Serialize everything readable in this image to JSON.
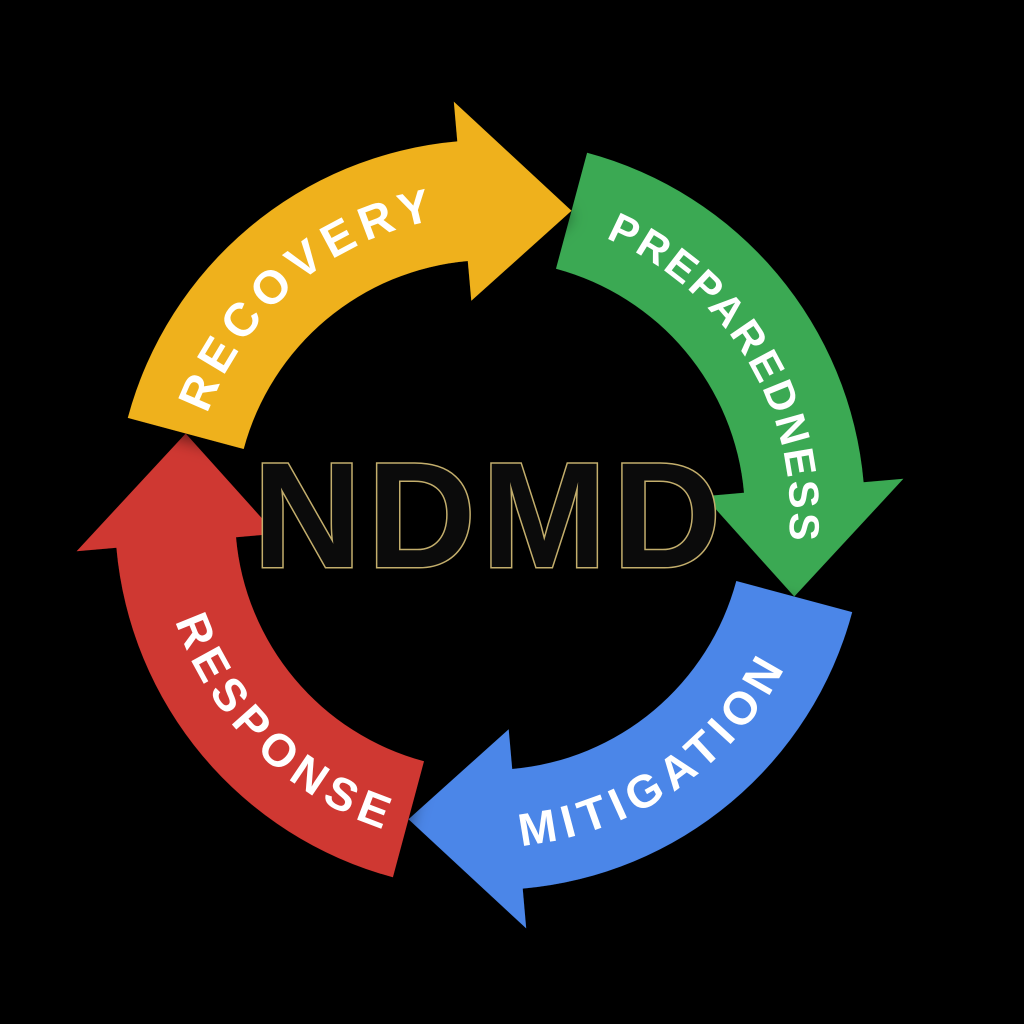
{
  "diagram": {
    "center_label": "NDMD",
    "phases": [
      {
        "id": "recovery",
        "label": "RECOVERY",
        "color": "#EFB11E"
      },
      {
        "id": "preparedness",
        "label": "PREPAREDNESS",
        "color": "#3BA953"
      },
      {
        "id": "mitigation",
        "label": "MITIGATION",
        "color": "#4C86E8"
      },
      {
        "id": "response",
        "label": "RESPONSE",
        "color": "#CF3732"
      }
    ],
    "colors": {
      "background": "#000000",
      "label_text": "#FFFFFF",
      "center_fill": "#0B0B0B",
      "center_outline": "#C3AE6C"
    }
  }
}
